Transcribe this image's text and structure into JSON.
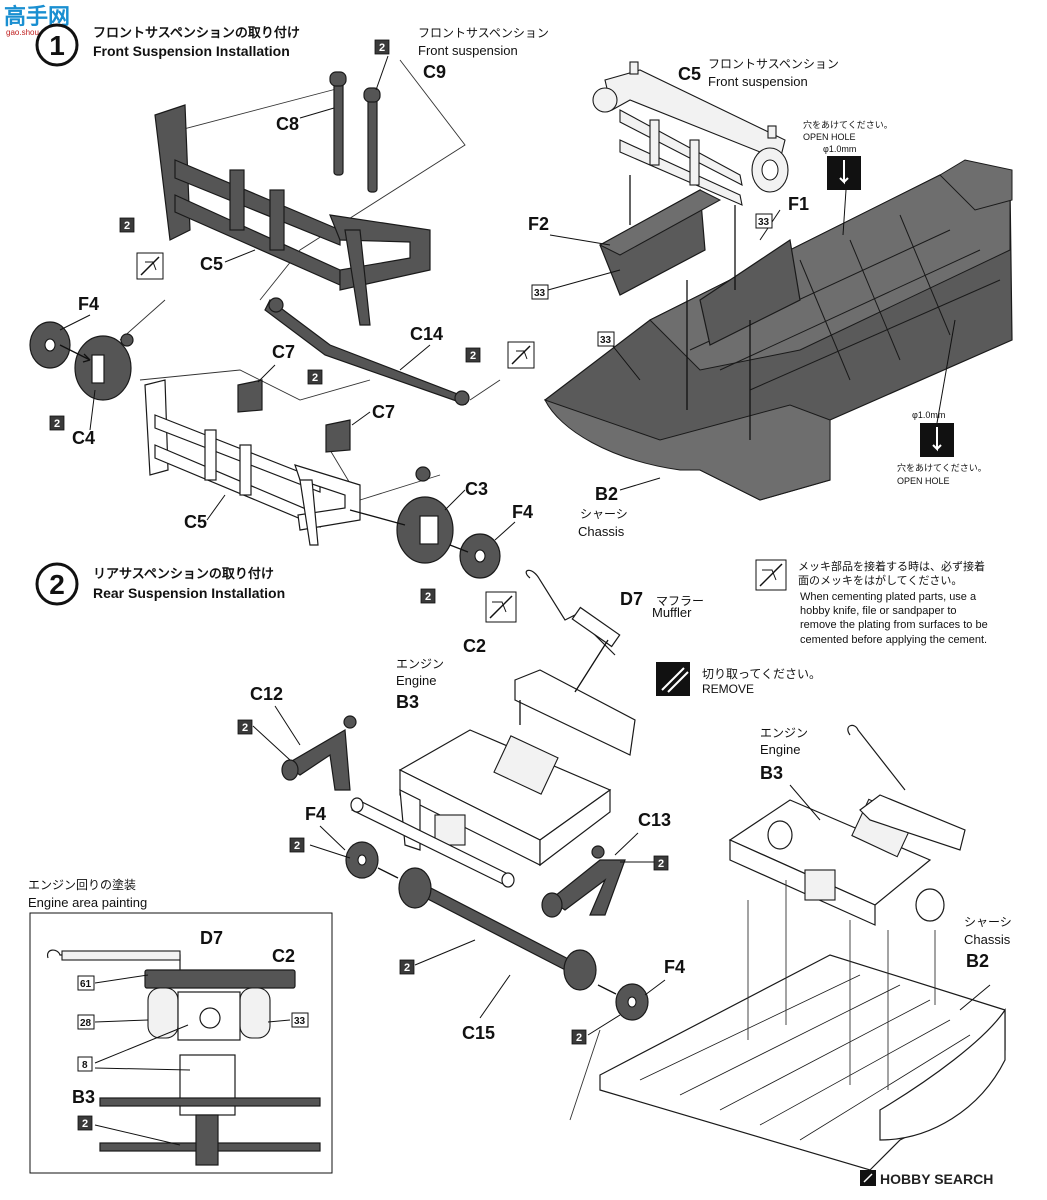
{
  "watermark": {
    "text": "高手网",
    "sub": "gao.shou.net"
  },
  "step1": {
    "number": "1",
    "title_jp": "フロントサスペンションの取り付け",
    "title_en": "Front Suspension Installation",
    "front_susp_jp": "フロントサスペンション",
    "front_susp_en": "Front suspension",
    "c5_front_jp": "フロントサスペンション",
    "c5_front_en": "Front suspension",
    "open_hole_jp": "穴をあけてください。",
    "open_hole_en": "OPEN HOLE",
    "open_hole_size": "φ1.0mm",
    "chassis_jp": "シャーシ",
    "chassis_en": "Chassis"
  },
  "step2": {
    "number": "2",
    "title_jp": "リアサスペンションの取り付け",
    "title_en": "Rear Suspension Installation",
    "muffler_jp": "マフラー",
    "muffler_en": "Muffler",
    "engine_jp": "エンジン",
    "engine_en": "Engine",
    "remove_jp": "切り取ってください。",
    "remove_en": "REMOVE",
    "chassis_jp": "シャーシ",
    "chassis_en": "Chassis"
  },
  "note": {
    "jp1": "メッキ部品を接着する時は、必ず接着",
    "jp2": "面のメッキをはがしてください。",
    "en1": "When cementing plated parts, use a",
    "en2": "hobby knife, file or sandpaper to",
    "en3": "remove the plating from surfaces to be",
    "en4": "cemented before applying the cement."
  },
  "painting": {
    "title_jp": "エンジン回りの塗装",
    "title_en": "Engine area painting"
  },
  "parts": {
    "C8": "C8",
    "C9": "C9",
    "C5": "C5",
    "C14": "C14",
    "C7": "C7",
    "C4": "C4",
    "C3": "C3",
    "F4": "F4",
    "F2": "F2",
    "F1": "F1",
    "B2": "B2",
    "D7": "D7",
    "C2": "C2",
    "B3": "B3",
    "C12": "C12",
    "C13": "C13",
    "C15": "C15"
  },
  "colors": {
    "c2": "2",
    "c33": "33",
    "c61": "61",
    "c28": "28",
    "c8": "8"
  },
  "footer": {
    "brand": "HOBBY SEARCH"
  },
  "palette": {
    "dark_part": "#555555",
    "light_part": "#f2f2f2",
    "ink": "#111111"
  }
}
